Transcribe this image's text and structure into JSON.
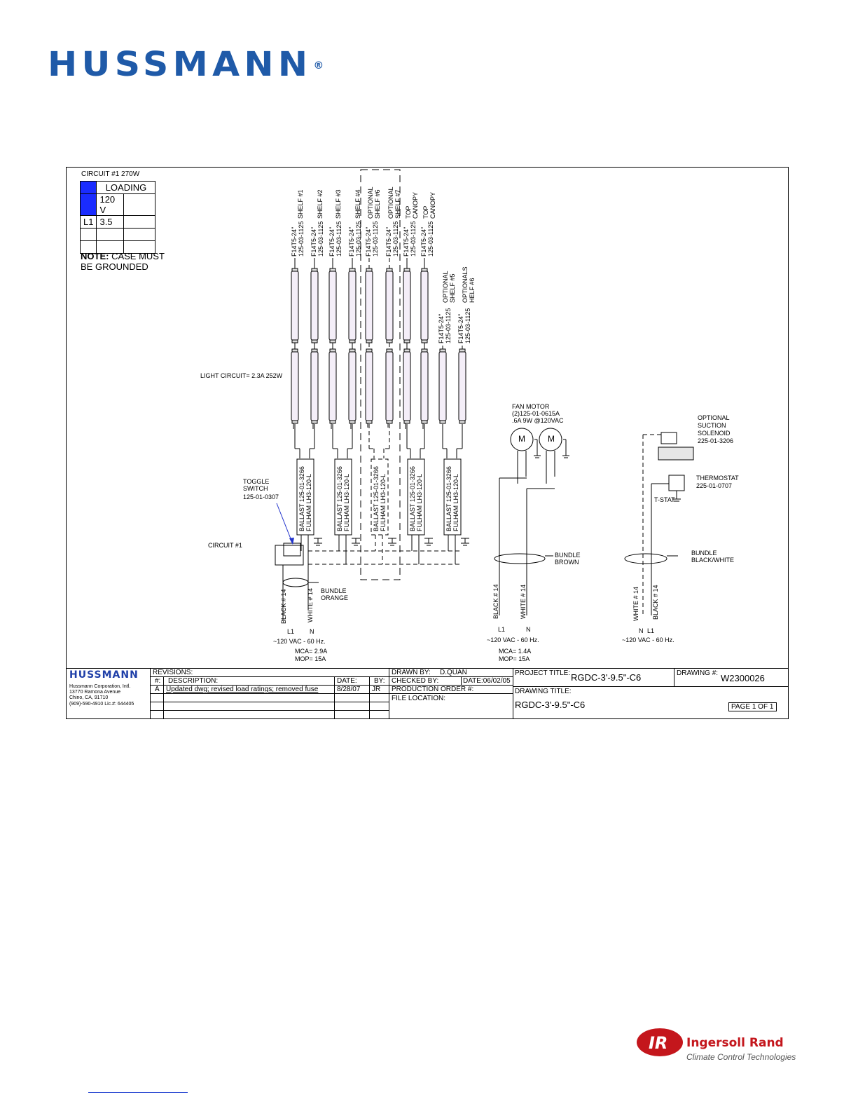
{
  "brand": {
    "name": "HUSSMANN",
    "registered": "®"
  },
  "loading_table": {
    "circuit": "CIRCUIT #1 270W",
    "header": "LOADING",
    "voltage": "120 V",
    "row_label": "L1",
    "row_value": "3.5"
  },
  "note": {
    "bold": "NOTE:",
    "line1": " CASE MUST",
    "line2": "BE GROUNDED"
  },
  "lamps": [
    {
      "part": "F14T5-24\"\n125-03-1125",
      "name": "SHELF #1"
    },
    {
      "part": "F14T5-24\"\n125-03-1125",
      "name": "SHELF #2"
    },
    {
      "part": "F14T5-24\"\n125-03-1125",
      "name": "SHELF #3"
    },
    {
      "part": "F14T5-24\"\n125-03-1125",
      "name": "SHELF #4"
    },
    {
      "part": "F14T5-24\"\n125-03-1125",
      "name": "OPTIONAL\nSHELF #6"
    },
    {
      "part": "F14T5-24\"\n125-03-1125",
      "name": "OPTIONAL\nSHELF #7"
    },
    {
      "part": "F14T5-24\"\n125-03-1125",
      "name": "TOP\nCANOPY"
    },
    {
      "part": "F14T5-24\"\n125-03-1125",
      "name": "TOP\nCANOPY"
    }
  ],
  "lamps_lower": [
    {
      "part": "F14T5-24\"\n125-03-1125",
      "name": "OPTIONAL\nSHELF #5"
    },
    {
      "part": "F14T5-24\"\n125-03-1125",
      "name": "OPTIONALS\nHELF #6"
    }
  ],
  "light_circuit": "LIGHT CIRCUIT= 2.3A 252W",
  "ballast": "BALLAST 125-01-3266\nFULHAM LH3-120-L",
  "toggle": {
    "l1": "TOGGLE",
    "l2": "SWITCH",
    "l3": "125-01-0307"
  },
  "circuit_label": "CIRCUIT #1",
  "left_supply": {
    "bundle1": "BUNDLE",
    "bundle2": "ORANGE",
    "wire_black": "BLACK # 14",
    "wire_white": "WHITE # 14",
    "l1": "L1",
    "n": "N",
    "vac": "~120 VAC - 60 Hz.",
    "mca": "MCA= 2.9A",
    "mop": "MOP= 15A"
  },
  "fan": {
    "l1": "FAN MOTOR",
    "l2": "(2)125-01-0615A",
    "l3": ".6A 9W @120VAC",
    "m": "M",
    "bundle1": "BUNDLE",
    "bundle2": "BROWN",
    "wire_black": "BLACK # 14",
    "wire_white": "WHITE # 14",
    "l1w": "L1",
    "n": "N",
    "vac": "~120 VAC - 60 Hz.",
    "mca": "MCA= 1.4A",
    "mop": "MOP= 15A"
  },
  "solenoid": {
    "l1": "OPTIONAL",
    "l2": "SUCTION",
    "l3": "SOLENOID",
    "l4": "225-01-3206"
  },
  "thermostat": {
    "l1": "THERMOSTAT",
    "l2": "225-01-0707",
    "tstat": "T-STAT",
    "bundle1": "BUNDLE",
    "bundle2": "BLACK/WHITE",
    "wire_white": "WHITE # 14",
    "wire_black": "BLACK # 14",
    "n": "N",
    "l1w": "L1",
    "vac": "~120 VAC - 60 Hz."
  },
  "titleblock": {
    "company": "HUSSMANN",
    "addr1": "Hussmann Corporation, Intl.",
    "addr2": "13770 Ramona Avenue",
    "addr3": "Chino, CA, 91710",
    "addr4": "(909)-590-4910    Lic.#: 644405",
    "revisions": "REVISIONS:",
    "col_num": "#:",
    "col_desc": "DESCRIPTION:",
    "col_date": "DATE:",
    "col_by": "BY:",
    "rev_id": "A",
    "rev_desc": "Updated dwg; revised load ratings; removed fuse",
    "rev_date": "8/28/07",
    "rev_by": "JR",
    "drawn_by_label": "DRAWN BY:",
    "drawn_by": "D.QUAN",
    "checked_by": "CHECKED BY:",
    "date": "DATE:06/02/05",
    "production": "PRODUCTION ORDER #:",
    "file_location": "FILE LOCATION:",
    "project_title_label": "PROJECT TITLE:",
    "project_title": "RGDC-3'-9.5\"-C6",
    "drawing_no_label": "DRAWING #:",
    "drawing_no": "W2300026",
    "drawing_title_label": "DRAWING TITLE:",
    "drawing_title": "RGDC-3'-9.5\"-C6",
    "page": "PAGE 1 OF 1"
  },
  "footer": {
    "brand": "Ingersoll Rand",
    "sub": "Climate Control Technologies",
    "mark": "IR"
  },
  "colors": {
    "brand_blue": "#1f5aa8",
    "ir_red": "#c4161c",
    "table_blue": "#1a2cff",
    "arrow": "#2233cc"
  }
}
